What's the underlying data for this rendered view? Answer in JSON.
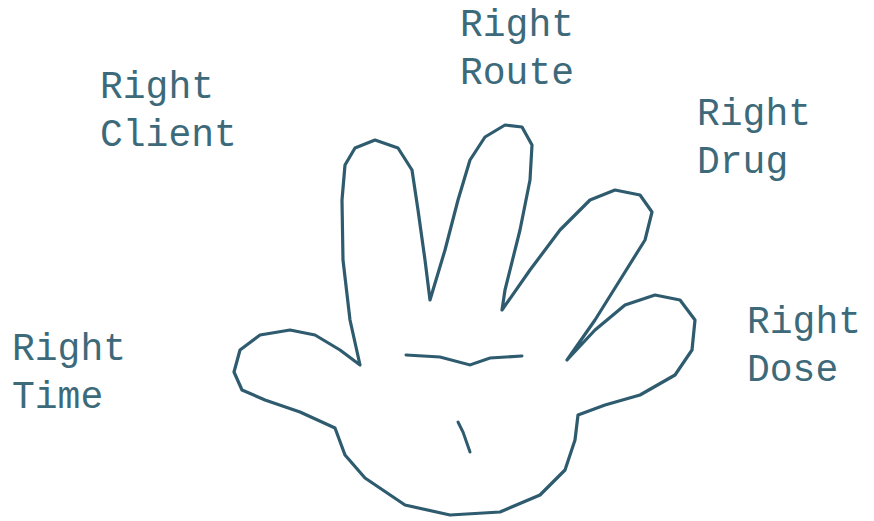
{
  "diagram": {
    "labels": [
      "Right Route",
      "Right Client",
      "Right Drug",
      "Right Dose",
      "Right Time"
    ]
  }
}
